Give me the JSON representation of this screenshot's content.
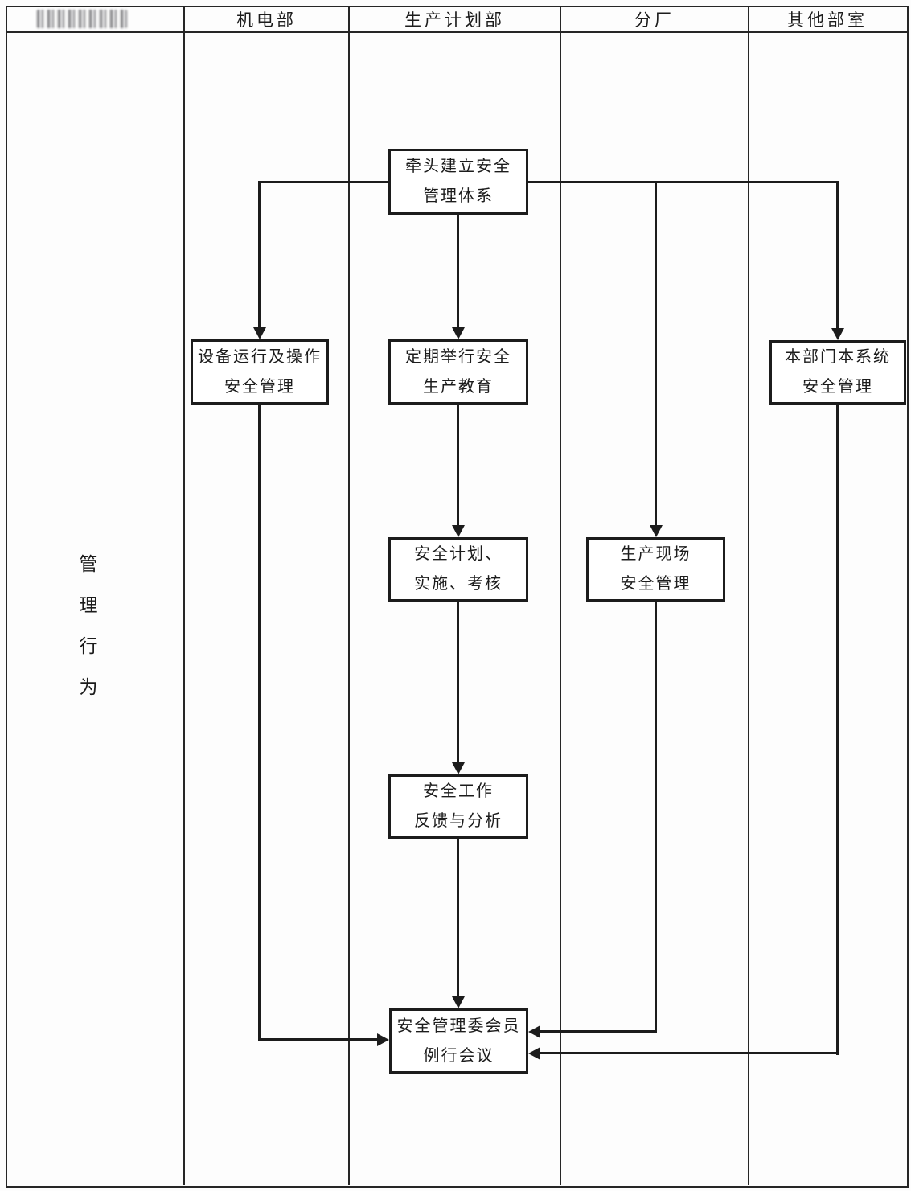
{
  "header": {
    "columns": [
      "机电部",
      "生产计划部",
      "分厂",
      "其他部室"
    ],
    "col1_redacted": true
  },
  "row_label": {
    "text": "管理行为",
    "chars": [
      "管",
      "理",
      "行",
      "为"
    ]
  },
  "nodes": {
    "lead_system": {
      "line1": "牵头建立安全",
      "line2": "管理体系"
    },
    "equipment_safety": {
      "line1": "设备运行及操作",
      "line2": "安全管理"
    },
    "safety_education": {
      "line1": "定期举行安全",
      "line2": "生产教育"
    },
    "own_department": {
      "line1": "本部门本系统",
      "line2": "安全管理"
    },
    "plan_assess": {
      "line1": "安全计划、",
      "line2": "实施、考核"
    },
    "site_safety": {
      "line1": "生产现场",
      "line2": "安全管理"
    },
    "feedback_analysis": {
      "line1": "安全工作",
      "line2": "反馈与分析"
    },
    "committee_meeting": {
      "line1": "安全管理委会员",
      "line2": "例行会议"
    }
  },
  "colors": {
    "ink": "#1c1c1c",
    "grid": "#262626",
    "paper": "#fdfdfd"
  }
}
